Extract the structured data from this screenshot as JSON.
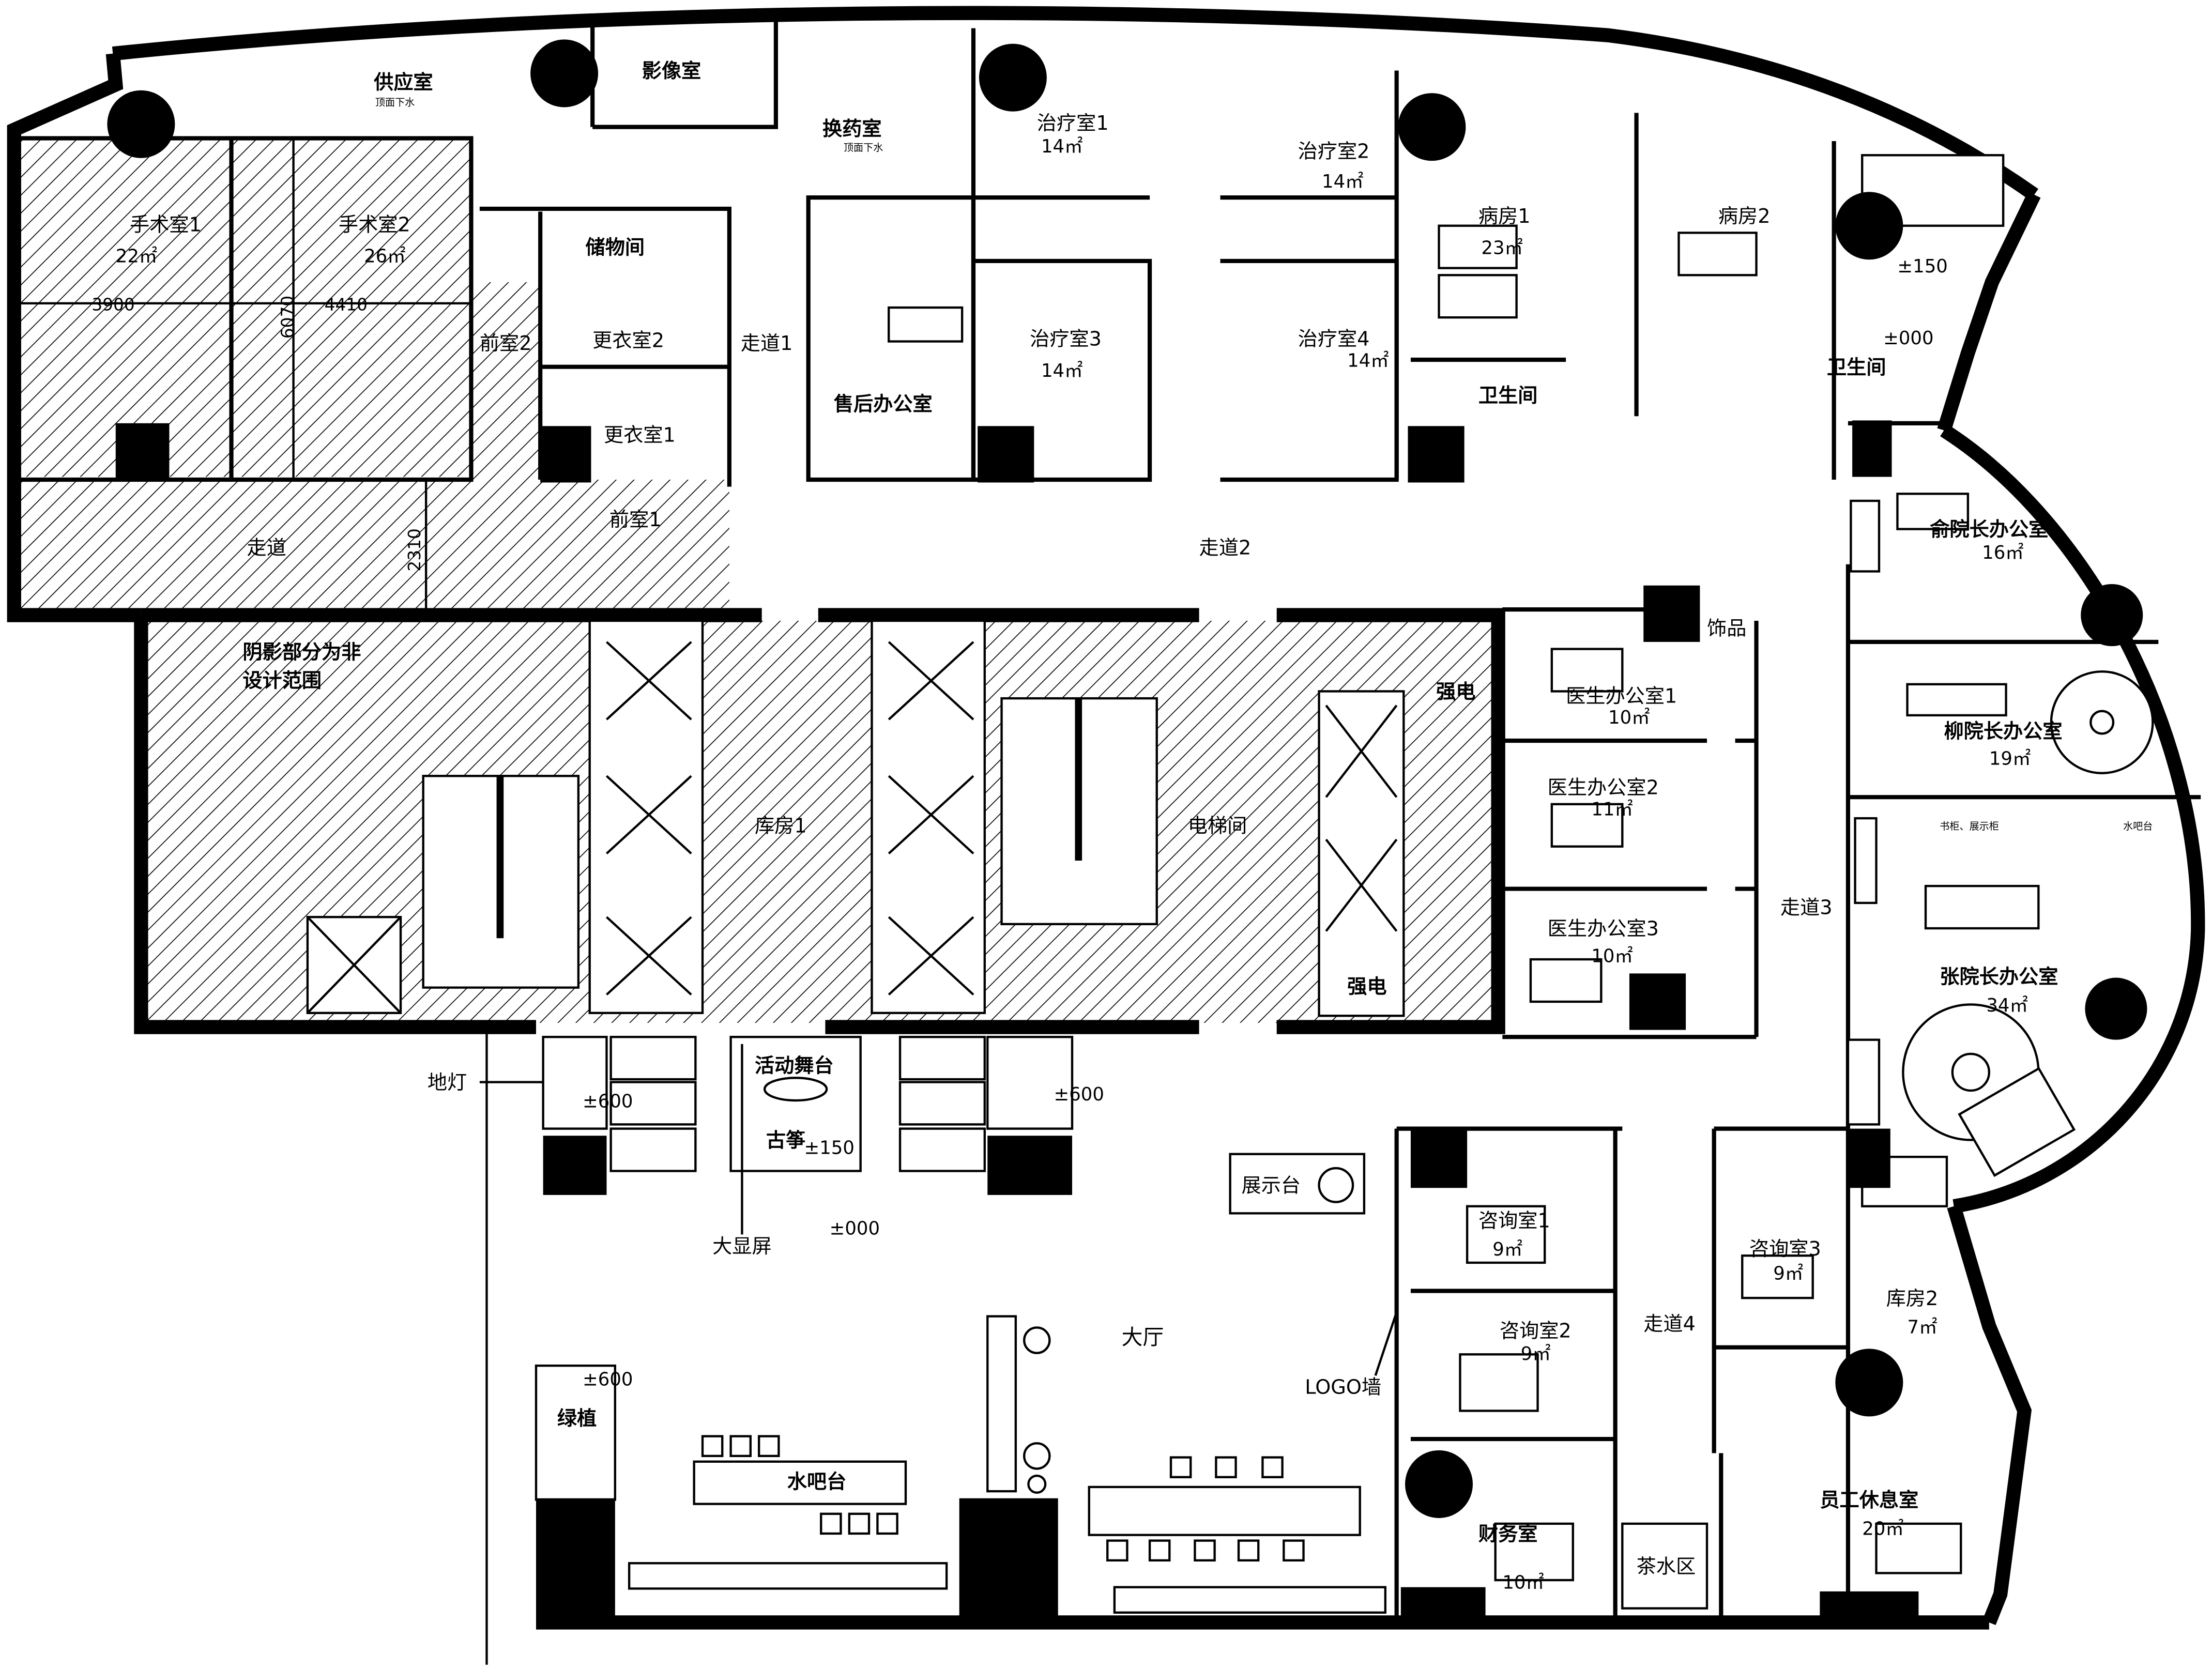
{
  "rooms": {
    "supply": "供应室",
    "supply_note": "顶面下水",
    "imaging": "影像室",
    "dressing_change": "换药室",
    "dressing_note": "顶面下水",
    "treat1": "治疗室1",
    "treat1_area": "14㎡",
    "treat2": "治疗室2",
    "treat2_area": "14㎡",
    "treat3": "治疗室3",
    "treat3_area": "14㎡",
    "treat4": "治疗室4",
    "treat4_area": "14㎡",
    "ward1": "病房1",
    "ward1_area": "23㎡",
    "ward2": "病房2",
    "or1": "手术室1",
    "or1_area": "22㎡",
    "or2": "手术室2",
    "or2_area": "26㎡",
    "storage": "储物间",
    "front2": "前室2",
    "change2": "更衣室2",
    "front1": "前室1",
    "change1": "更衣室1",
    "corridor1": "走道1",
    "after_sales": "售后办公室",
    "bathroom_a": "卫生间",
    "bathroom_b": "卫生间",
    "corridor": "走道",
    "corridor2": "走道2",
    "yu_office": "俞院长办公室",
    "yu_area": "16㎡",
    "shade_note_1": "阴影部分为非",
    "shade_note_2": "设计范围",
    "storeroom1": "库房1",
    "elevator": "电梯间",
    "strong_power_1": "强电",
    "strong_power_2": "强电",
    "doc1": "医生办公室1",
    "doc1_area": "10㎡",
    "doc2": "医生办公室2",
    "doc2_area": "11㎡",
    "doc3": "医生办公室3",
    "doc3_area": "10㎡",
    "ornament": "饰品",
    "liu_office": "柳院长办公室",
    "liu_area": "19㎡",
    "zhang_office": "张院长办公室",
    "zhang_area": "34㎡",
    "zhang_strip_1": "书柜、展示柜",
    "zhang_strip_2": "水吧台",
    "corridor3": "走道3",
    "floor_lamp": "地灯",
    "stage": "活动舞台",
    "guzheng": "古筝",
    "big_screen": "大显屏",
    "display": "展示台",
    "hall": "大厅",
    "consult1": "咨询室1",
    "consult1_area": "9㎡",
    "consult2": "咨询室2",
    "consult2_area": "9㎡",
    "consult3": "咨询室3",
    "consult3_area": "9㎡",
    "corridor4": "走道4",
    "storeroom2": "库房2",
    "storeroom2_area": "7㎡",
    "logo_wall": "LOGO墙",
    "green_plant": "绿植",
    "water_bar": "水吧台",
    "finance": "财务室",
    "finance_area": "10㎡",
    "tea": "茶水区",
    "staff_lounge": "员工休息室",
    "staff_area": "20㎡"
  },
  "dimensions": {
    "d3900": "3900",
    "d4410": "4410",
    "d6070": "6070",
    "d2310": "2310"
  },
  "levels": {
    "l150_top": "±150",
    "l000_top": "±000",
    "l600_left": "±600",
    "l600_right": "±600",
    "l150_stage": "±150",
    "l000_hall": "±000",
    "l600_plant": "±600"
  }
}
